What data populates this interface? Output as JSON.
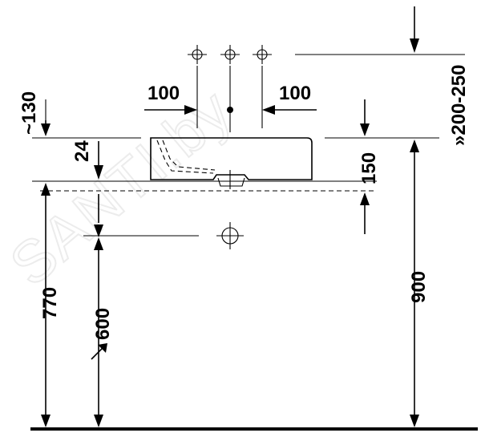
{
  "diagram": {
    "watermark": "SANTI.by",
    "dimensions": {
      "wall_offset": "~130",
      "tap_spacing_left": "100",
      "tap_spacing_right": "100",
      "tap_height_range": "»200-250",
      "rim_to_outlet": "24",
      "basin_height": "150",
      "rim_height": "770",
      "drain_height": "600",
      "tap_install_height": "900"
    }
  }
}
